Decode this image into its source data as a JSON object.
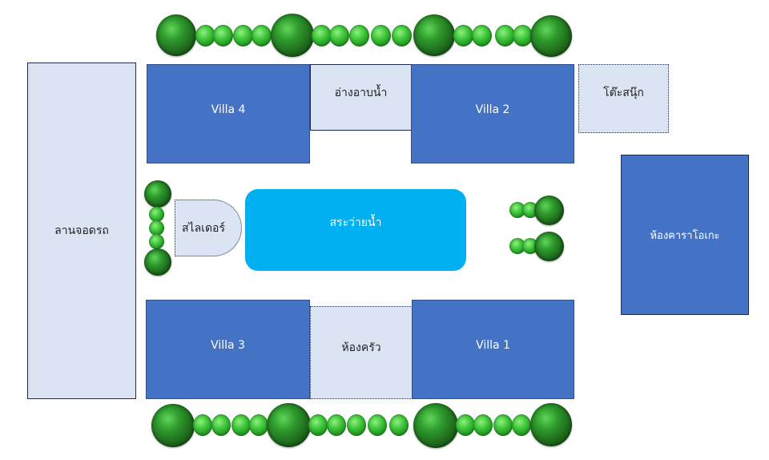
{
  "zones": {
    "parking": "ลานจอดรถ",
    "villa4": "Villa 4",
    "bathtub": "อ่างอาบน้ำ",
    "villa2": "Villa 2",
    "snooker": "โต๊ะสนุ๊ก",
    "slider": "สไลเดอร์",
    "pool": "สระว่ายน้ำ",
    "karaoke": "ห้องคาราโอเกะ",
    "villa3": "Villa 3",
    "kitchen": "ห้องครัว",
    "villa1": "Villa 1"
  },
  "colors": {
    "villa": "#4472c4",
    "light_room": "#dbe4f3",
    "pool": "#00b0f0",
    "tree": "#2e9a2c"
  }
}
